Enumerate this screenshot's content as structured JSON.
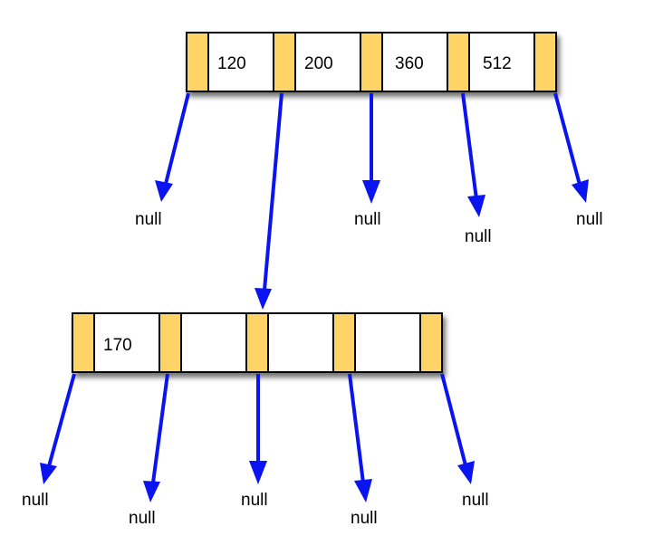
{
  "colors": {
    "pointer_slot": "#FFD466",
    "key_slot": "#FFFFFF",
    "border": "#000000",
    "shadow": "#9a9a9a",
    "arrow": "#0A14F0"
  },
  "diagram": {
    "root_node": {
      "keys": [
        "120",
        "200",
        "360",
        "512"
      ]
    },
    "child_node": {
      "keys": [
        "170",
        "",
        "",
        ""
      ]
    },
    "root_null_labels": [
      "null",
      "null",
      "null",
      "null"
    ],
    "child_null_labels": [
      "null",
      "null",
      "null",
      "null",
      "null"
    ]
  }
}
